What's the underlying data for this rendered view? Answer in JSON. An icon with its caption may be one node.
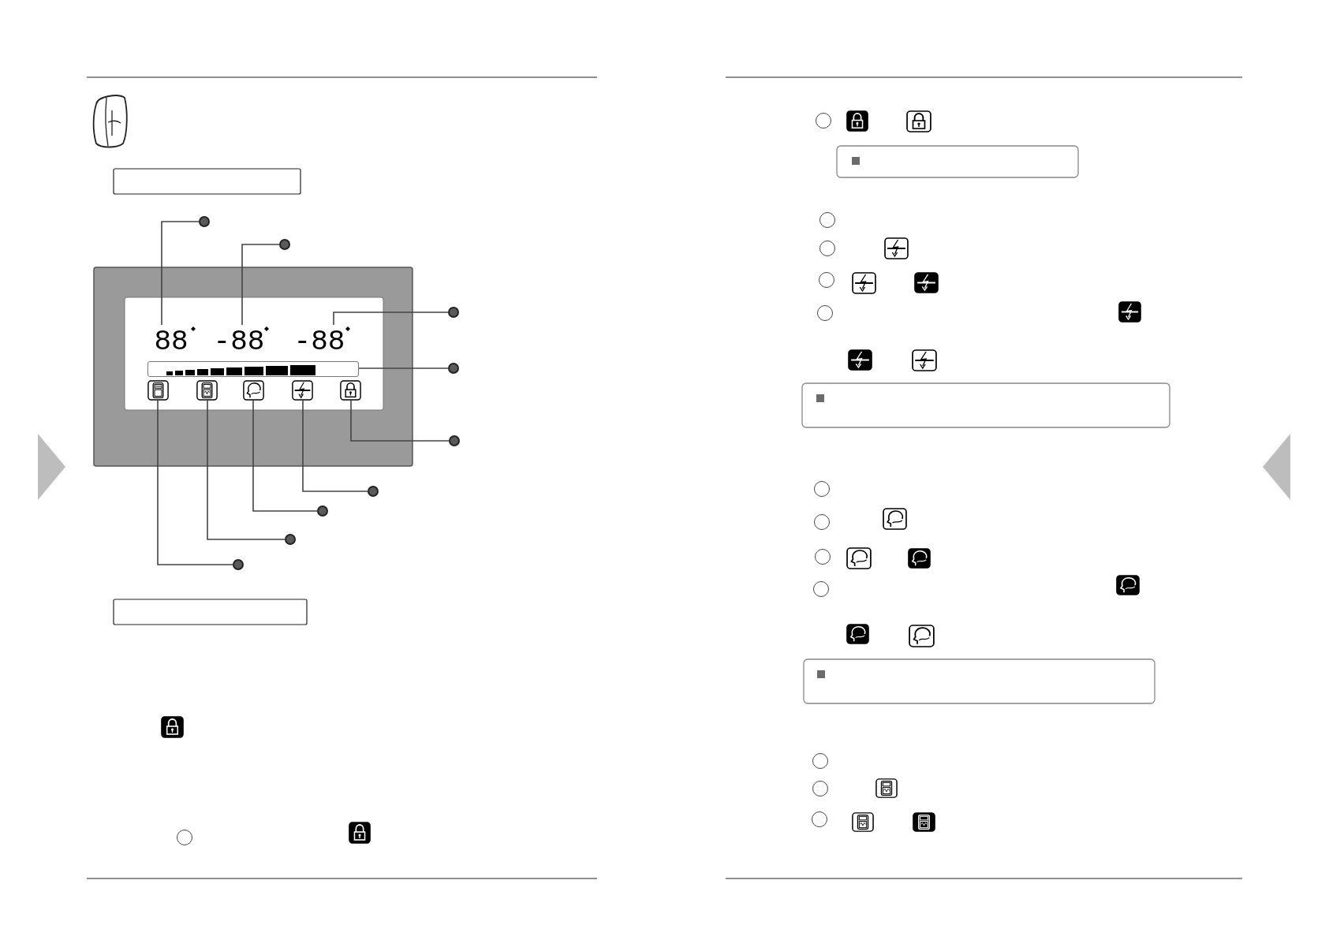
{
  "diagram": {
    "nodes": [
      {
        "text": [
          "88"
        ]
      },
      {
        "text": [
          "-88"
        ]
      },
      {
        "text": [
          "-88"
        ]
      },
      {
        "text": [],
        "shape": "bar"
      },
      {
        "text": [],
        "shape": "box"
      },
      {
        "text": [],
        "shape": "box"
      },
      {
        "text": [],
        "shape": "box"
      },
      {
        "text": [],
        "shape": "box"
      },
      {
        "text": [],
        "shape": "box"
      },
      {
        "text": [],
        "shape": "circle"
      },
      {
        "text": [],
        "shape": "circle"
      },
      {
        "text": [],
        "shape": "circle"
      },
      {
        "text": [],
        "shape": "circle"
      },
      {
        "text": [],
        "shape": "circle"
      },
      {
        "text": [],
        "shape": "circle"
      },
      {
        "text": [],
        "shape": "circle"
      },
      {
        "text": [],
        "shape": "circle"
      },
      {
        "text": [],
        "shape": "circle"
      }
    ],
    "edges": [
      {
        "from": 9,
        "to": 0,
        "arrow": "none"
      },
      {
        "from": 10,
        "to": 1,
        "arrow": "none"
      },
      {
        "from": 11,
        "to": 2,
        "arrow": "none"
      },
      {
        "from": 12,
        "to": 3,
        "arrow": "none"
      },
      {
        "from": 13,
        "to": 8,
        "arrow": "none"
      },
      {
        "from": 14,
        "to": 7,
        "arrow": "none"
      },
      {
        "from": 15,
        "to": 6,
        "arrow": "none"
      },
      {
        "from": 16,
        "to": 5,
        "arrow": "none"
      },
      {
        "from": 17,
        "to": 4,
        "arrow": "none"
      }
    ]
  }
}
